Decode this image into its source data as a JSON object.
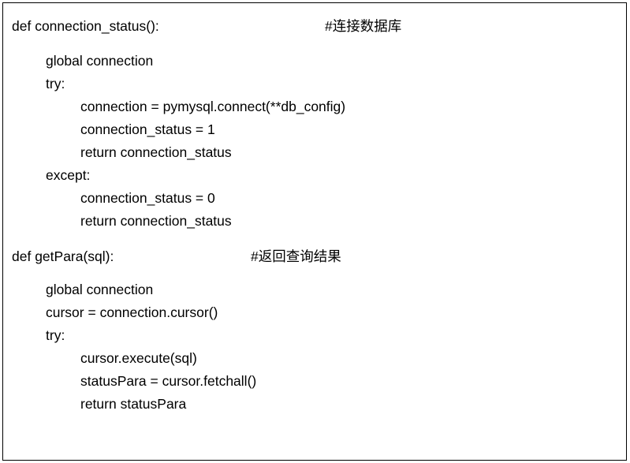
{
  "functions": [
    {
      "signature": "def connection_status():",
      "comment": "#连接数据库",
      "body": [
        {
          "indent": 1,
          "text": "global connection"
        },
        {
          "indent": 1,
          "text": "try:"
        },
        {
          "indent": 2,
          "text": "connection = pymysql.connect(**db_config)"
        },
        {
          "indent": 2,
          "text": "connection_status = 1"
        },
        {
          "indent": 2,
          "text": "return connection_status"
        },
        {
          "indent": 1,
          "text": "except:"
        },
        {
          "indent": 2,
          "text": "connection_status = 0"
        },
        {
          "indent": 2,
          "text": "return connection_status"
        }
      ]
    },
    {
      "signature": "def getPara(sql):",
      "comment": "#返回查询结果",
      "body": [
        {
          "indent": 1,
          "text": "global connection"
        },
        {
          "indent": 1,
          "text": "cursor = connection.cursor()"
        },
        {
          "indent": 1,
          "text": "try:"
        },
        {
          "indent": 2,
          "text": "cursor.execute(sql)"
        },
        {
          "indent": 2,
          "text": "statusPara = cursor.fetchall()"
        },
        {
          "indent": 2,
          "text": "return statusPara"
        }
      ]
    }
  ]
}
